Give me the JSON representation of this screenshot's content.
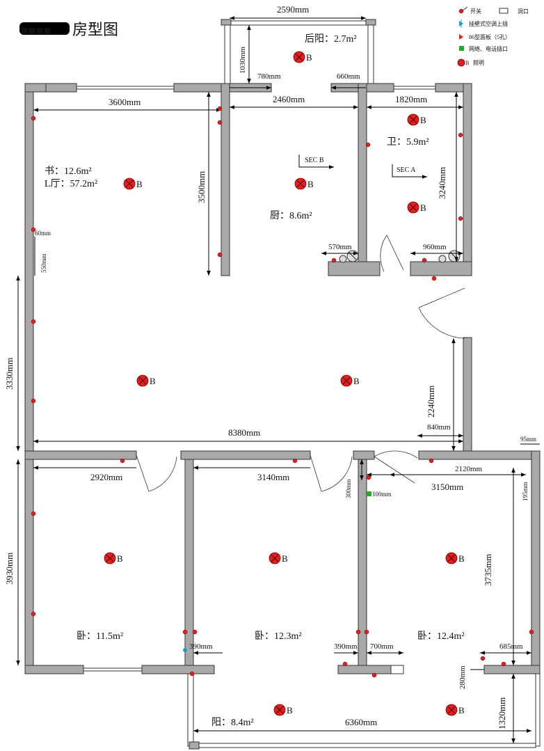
{
  "title": {
    "redacted": "■■■■",
    "text": "房型图"
  },
  "legend": {
    "switch": "开关",
    "opening": "洞口",
    "ac_socket": "挂壁式空调上插",
    "socket86": "86型面板（5孔）",
    "network": "网络、电话插口",
    "light_symbol": "B",
    "light": "照明"
  },
  "rooms": {
    "back_balcony": "后阳：2.7m²",
    "study": "书：12.6m²",
    "living": "L厅：57.2m²",
    "kitchen": "厨：8.6m²",
    "bath": "卫：5.9m²",
    "bed1": "卧：11.5m²",
    "bed2": "卧：12.3m²",
    "bed3": "卧：12.4m²",
    "front_balcony": "阳：8.4m²"
  },
  "sections": {
    "a": "SEC A",
    "b": "SEC B"
  },
  "dims": {
    "d2590": "2590mm",
    "d1030": "1030mm",
    "d780": "780mm",
    "d660": "660mm",
    "d3600": "3600mm",
    "d2460": "2460mm",
    "d1820": "1820mm",
    "d3500": "3500mm",
    "d3240": "3240mm",
    "d60": "60mm",
    "d550": "550mm",
    "d570": "570mm",
    "d960": "960mm",
    "d3330": "3330mm",
    "d2240": "2240mm",
    "d840": "840mm",
    "d8380": "8380mm",
    "d95": "95mm",
    "d2120": "2120mm",
    "d195": "195mm",
    "d2920": "2920mm",
    "d3140": "3140mm",
    "d3150": "3150mm",
    "d300": "300mm",
    "d100": "100mm",
    "d3930": "3930mm",
    "d3735": "3735mm",
    "d390a": "390mm",
    "d390b": "390mm",
    "d700": "700mm",
    "d685": "685mm",
    "d280": "280mm",
    "d1320": "1320mm",
    "d6360": "6360mm"
  },
  "colors": {
    "wall": "#a9a9a9",
    "device": "#e02020",
    "network": "#22aa22",
    "ac": "#2299cc"
  }
}
